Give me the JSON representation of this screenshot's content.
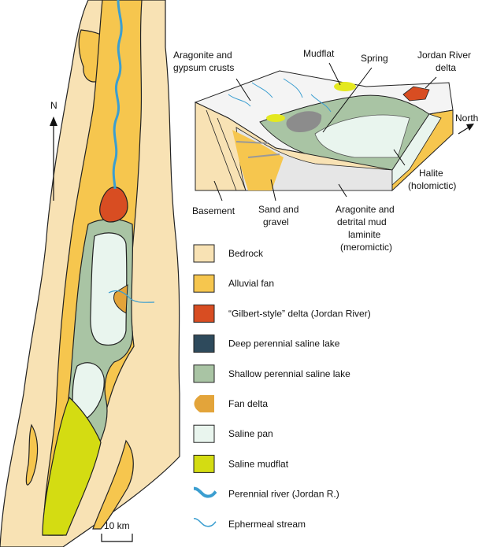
{
  "map": {
    "north_label": "N",
    "scale_label": "10 km"
  },
  "block_diagram": {
    "labels": {
      "aragonite_crusts_1": "Aragonite and",
      "aragonite_crusts_2": "gypsum crusts",
      "mudflat": "Mudflat",
      "spring": "Spring",
      "jordan_delta_1": "Jordan River",
      "jordan_delta_2": "delta",
      "north": "North",
      "halite_1": "Halite",
      "halite_2": "(holomictic)",
      "basement": "Basement",
      "sand_1": "Sand and",
      "sand_2": "gravel",
      "laminite_1": "Aragonite and",
      "laminite_2": "detrital mud",
      "laminite_3": "laminite",
      "laminite_4": "(meromictic)"
    }
  },
  "legend": {
    "items": [
      {
        "label": "Bedrock",
        "color": "#f8e2b4",
        "kind": "box"
      },
      {
        "label": "Alluvial fan",
        "color": "#f6c64e",
        "kind": "box"
      },
      {
        "label": "“Gilbert-style” delta (Jordan River)",
        "color": "#d84d22",
        "kind": "box"
      },
      {
        "label": "Deep perennial saline lake",
        "color": "#2e4a5c",
        "kind": "box"
      },
      {
        "label": "Shallow perennial saline lake",
        "color": "#a9c4a4",
        "kind": "box"
      },
      {
        "label": "Fan delta",
        "color": "#e3a43a",
        "kind": "fan"
      },
      {
        "label": "Saline pan",
        "color": "#e9f5ee",
        "kind": "box"
      },
      {
        "label": "Saline mudflat",
        "color": "#d4dc12",
        "kind": "box"
      },
      {
        "label": "Perennial river (Jordan R.)",
        "color": "#3b9ed0",
        "kind": "river"
      },
      {
        "label": "Ephermeal stream",
        "color": "#3b9ed0",
        "kind": "stream"
      }
    ]
  }
}
